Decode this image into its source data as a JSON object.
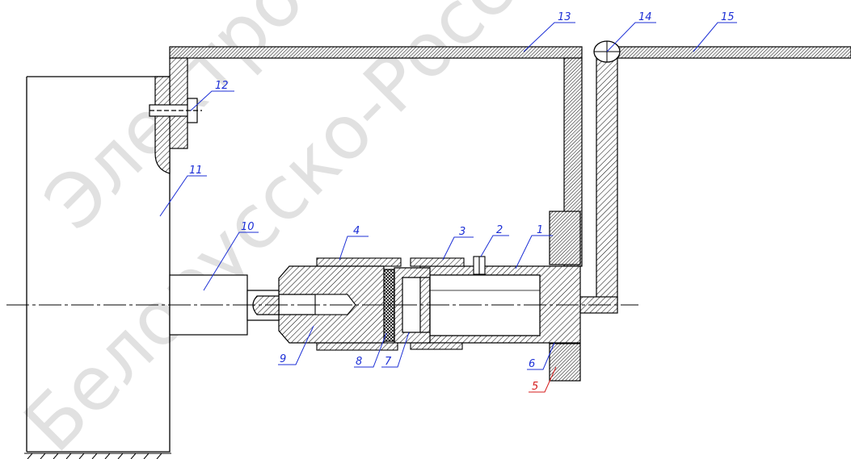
{
  "colors": {
    "line": "#000000",
    "hatch": "#000000",
    "leader_blue": "#1c2fd6",
    "leader_red": "#d61c1c",
    "watermark": "#d9d9d9",
    "background": "#ffffff"
  },
  "callouts": {
    "c1": "1",
    "c2": "2",
    "c3": "3",
    "c4": "4",
    "c5": "5",
    "c6": "6",
    "c7": "7",
    "c8": "8",
    "c9": "9",
    "c10": "10",
    "c11": "11",
    "c12": "12",
    "c13": "13",
    "c14": "14",
    "c15": "15"
  },
  "watermark": {
    "line1": "Электронн",
    "line2": "Белорусско-Российск"
  }
}
